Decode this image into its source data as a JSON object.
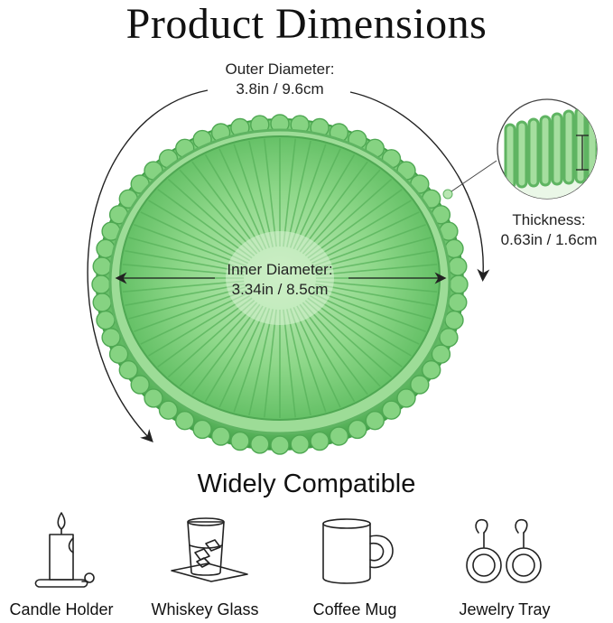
{
  "title": "Product Dimensions",
  "dimensions": {
    "outer": {
      "label": "Outer Diameter:",
      "value": "3.8in / 9.6cm"
    },
    "inner": {
      "label": "Inner Diameter:",
      "value": "3.34in / 8.5cm"
    },
    "thickness": {
      "label": "Thickness:",
      "value": "0.63in / 1.6cm"
    }
  },
  "compatible": {
    "title": "Widely Compatible",
    "items": [
      {
        "label": "Candle Holder",
        "icon": "candle-icon"
      },
      {
        "label": "Whiskey Glass",
        "icon": "whiskey-glass-icon"
      },
      {
        "label": "Coffee Mug",
        "icon": "coffee-mug-icon"
      },
      {
        "label": "Jewelry Tray",
        "icon": "earrings-icon"
      }
    ]
  },
  "colors": {
    "glass": "#7ccf7a",
    "glass_dark": "#3f9f45",
    "glass_light": "#c9efc4",
    "text": "#111111",
    "line": "#222222"
  }
}
